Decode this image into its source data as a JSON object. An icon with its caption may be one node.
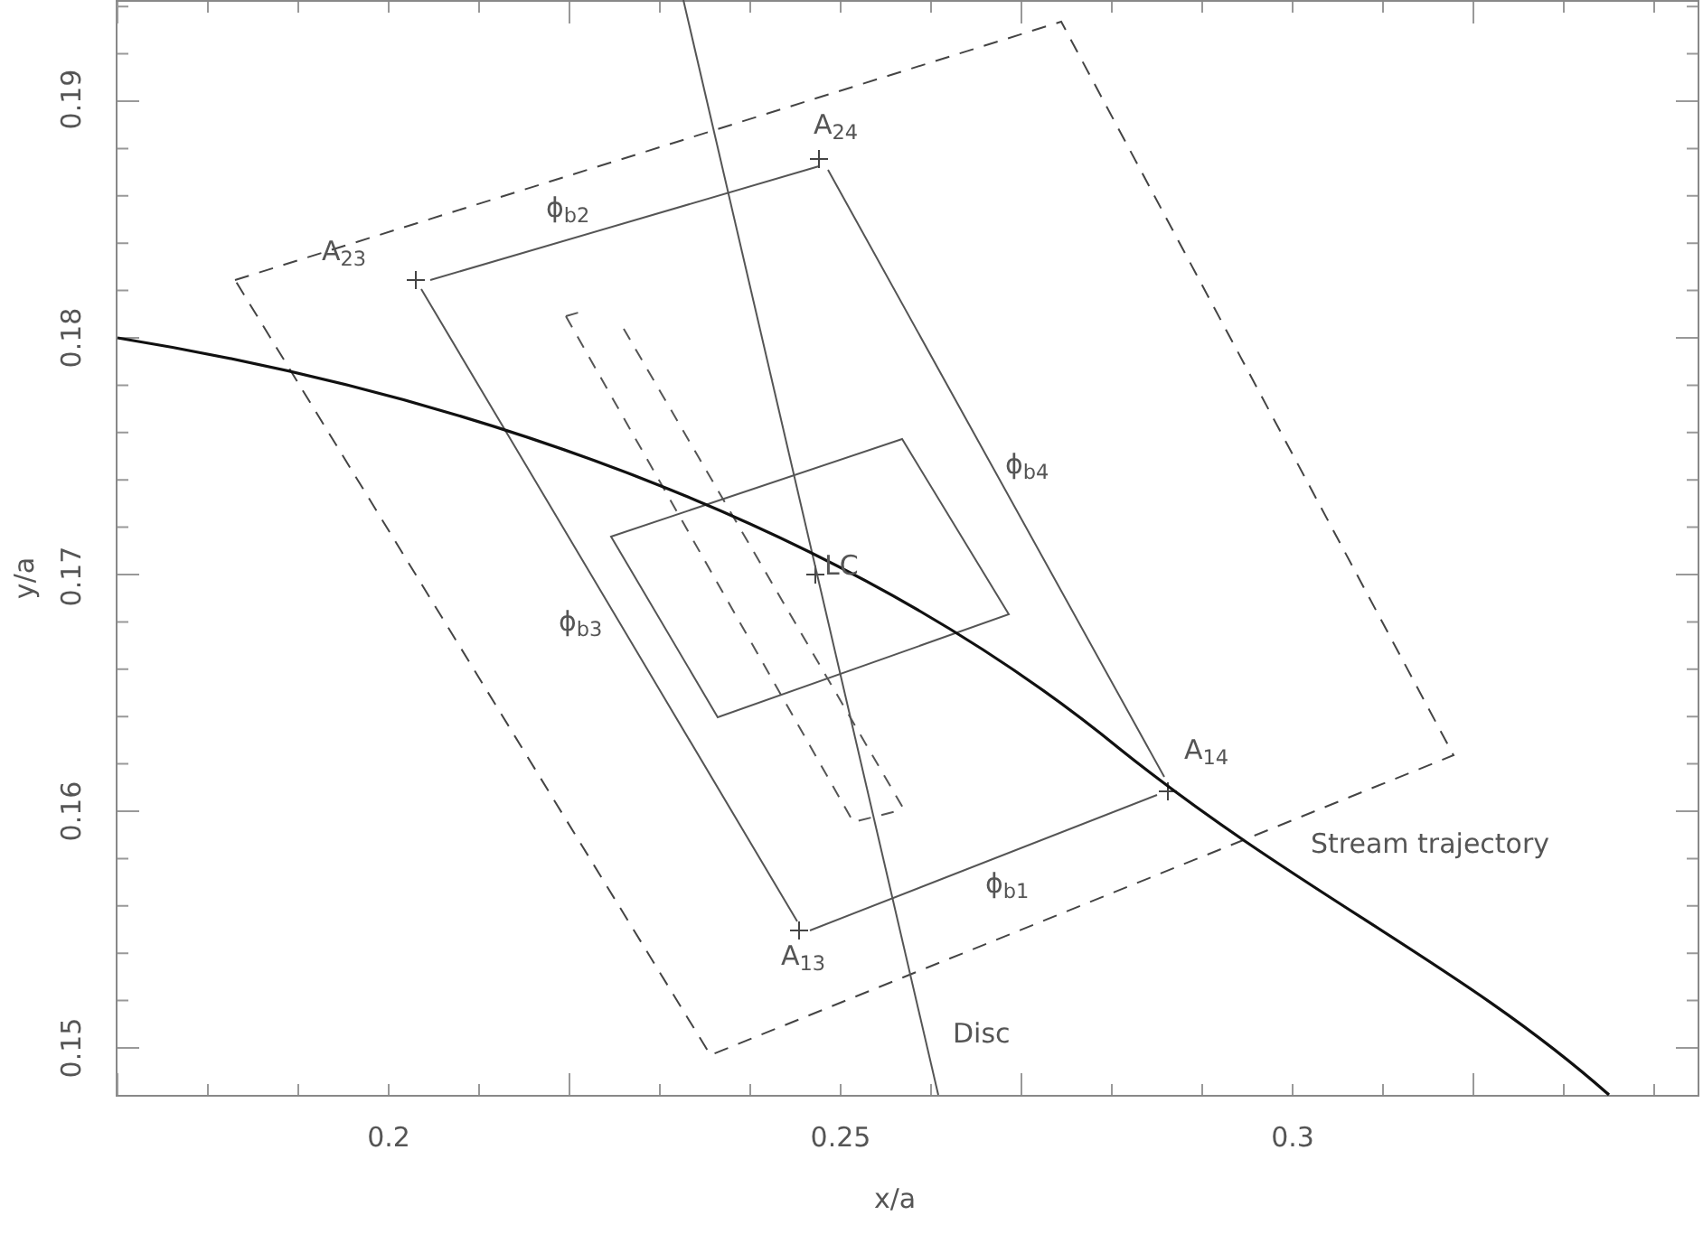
{
  "diagram": {
    "labels": [
      "A$_{24}$",
      "ϕ$_{b2}$",
      "A$_{23}$",
      "ϕ$_{b4}$",
      "LC",
      "ϕ$_{b3}$",
      "A$_{14}$",
      "Stream trajectory",
      "ϕ$_{b1}$",
      "A$_{13}$",
      "Disc",
      "0.19",
      "0.18",
      "0.17",
      "0.16",
      "0.15",
      "y/a",
      "0.2",
      "0.25",
      "0.3",
      "x/a"
    ]
  }
}
